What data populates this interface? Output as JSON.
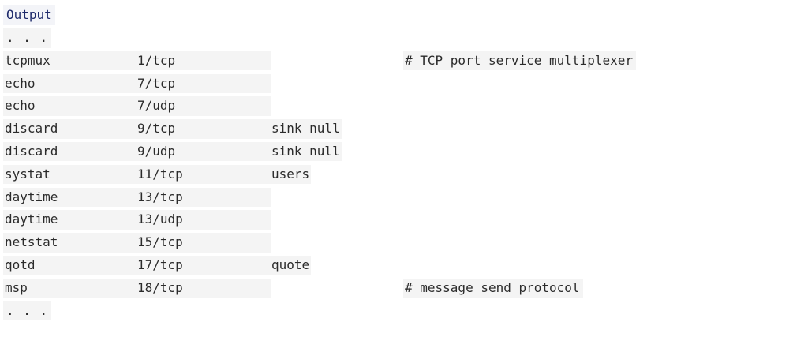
{
  "header": {
    "label": "Output"
  },
  "ellipsis_top": ". . .",
  "ellipsis_bottom": ". . .",
  "rows": [
    {
      "service": "tcpmux",
      "port": "1/tcp",
      "alias": "",
      "comment": "# TCP port service multiplexer"
    },
    {
      "service": "echo",
      "port": "7/tcp",
      "alias": "",
      "comment": ""
    },
    {
      "service": "echo",
      "port": "7/udp",
      "alias": "",
      "comment": ""
    },
    {
      "service": "discard",
      "port": "9/tcp",
      "alias": "sink null",
      "comment": ""
    },
    {
      "service": "discard",
      "port": "9/udp",
      "alias": "sink null",
      "comment": ""
    },
    {
      "service": "systat",
      "port": "11/tcp",
      "alias": "users",
      "comment": ""
    },
    {
      "service": "daytime",
      "port": "13/tcp",
      "alias": "",
      "comment": ""
    },
    {
      "service": "daytime",
      "port": "13/udp",
      "alias": "",
      "comment": ""
    },
    {
      "service": "netstat",
      "port": "15/tcp",
      "alias": "",
      "comment": ""
    },
    {
      "service": "qotd",
      "port": "17/tcp",
      "alias": "quote",
      "comment": ""
    },
    {
      "service": "msp",
      "port": "18/tcp",
      "alias": "",
      "comment": "# message send protocol"
    }
  ]
}
